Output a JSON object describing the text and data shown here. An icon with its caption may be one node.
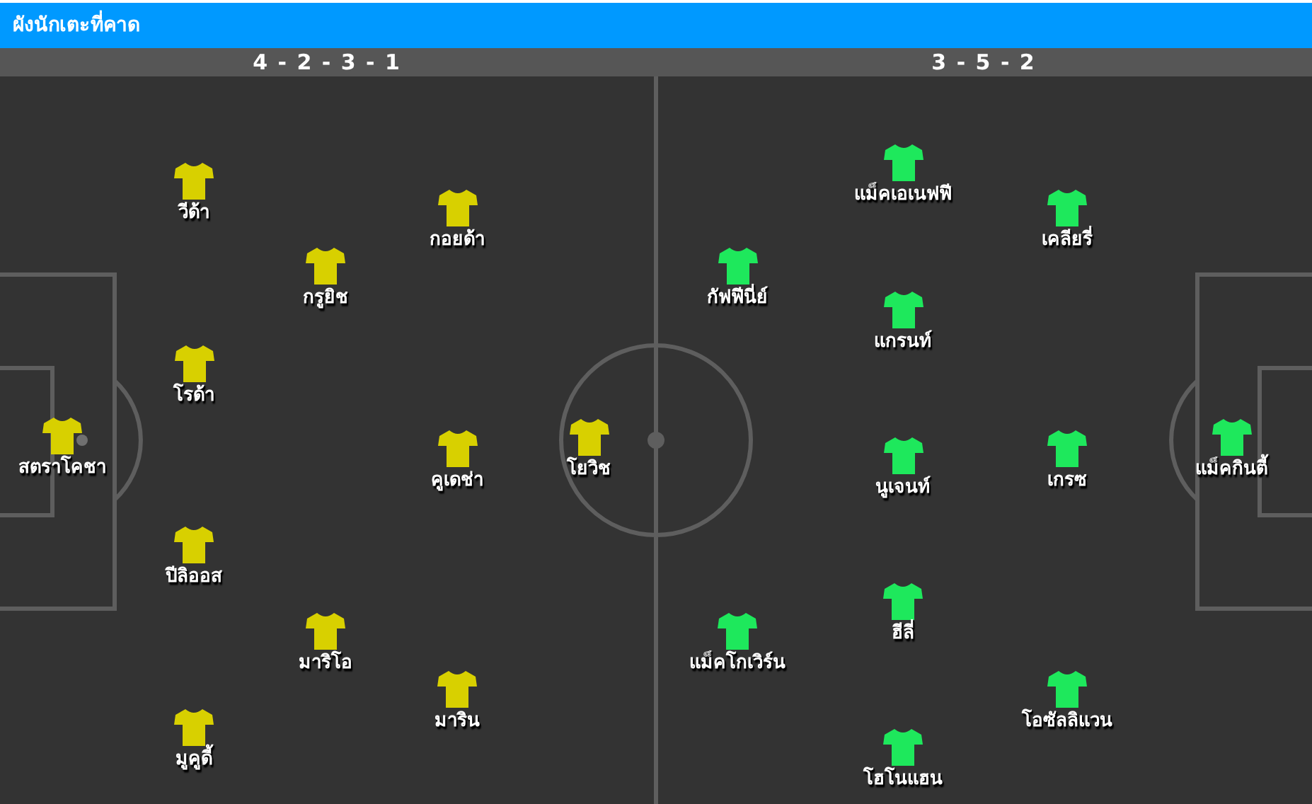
{
  "diagram": {
    "title": "ผังนักเตะที่คาด",
    "nodes": [
      {
        "text": [
          "สตราโคชา"
        ]
      },
      {
        "text": [
          "วีด้า"
        ]
      },
      {
        "text": [
          "โรด้า"
        ]
      },
      {
        "text": [
          "ปีลิออส"
        ]
      },
      {
        "text": [
          "มูคูดี้"
        ]
      },
      {
        "text": [
          "กรูยิช"
        ]
      },
      {
        "text": [
          "มาริโอ"
        ]
      },
      {
        "text": [
          "กอยด้า"
        ]
      },
      {
        "text": [
          "คูเดช่า"
        ]
      },
      {
        "text": [
          "มาริน"
        ]
      },
      {
        "text": [
          "โยวิช"
        ]
      },
      {
        "text": [
          "กัฟฟีนี่ย์"
        ]
      },
      {
        "text": [
          "แม็คโกเวิร์น"
        ]
      },
      {
        "text": [
          "แม็คเอเนฟฟี"
        ]
      },
      {
        "text": [
          "แกรนท์"
        ]
      },
      {
        "text": [
          "นูเจนท์"
        ]
      },
      {
        "text": [
          "ฮีลี่"
        ]
      },
      {
        "text": [
          "โฮโนแฮน"
        ]
      },
      {
        "text": [
          "เคลียรี่"
        ]
      },
      {
        "text": [
          "เกรซ"
        ]
      },
      {
        "text": [
          "โอซัลลิแวน"
        ]
      },
      {
        "text": [
          "แม็คกินตี้"
        ]
      }
    ],
    "labels": [
      "4 - 2 - 3 - 1",
      "3 - 5 - 2"
    ]
  }
}
